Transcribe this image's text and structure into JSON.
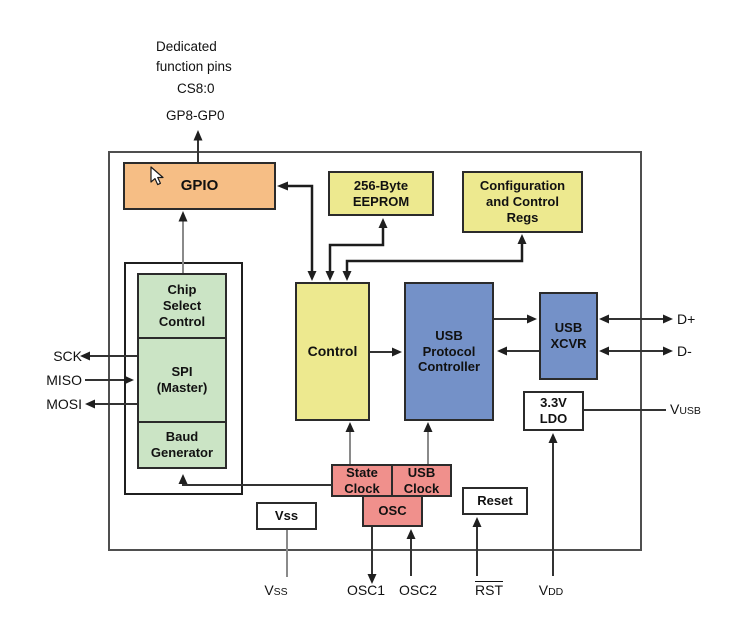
{
  "blocks": {
    "gpio": "GPIO",
    "eeprom": "256-Byte\nEEPROM",
    "config_regs": "Configuration\nand Control\nRegs",
    "chip_select": "Chip\nSelect\nControl",
    "spi_master": "SPI\n(Master)",
    "baud_generator": "Baud\nGenerator",
    "control": "Control",
    "usb_protocol": "USB\nProtocol\nController",
    "usb_xcvr": "USB\nXCVR",
    "ldo": "3.3V\nLDO",
    "state_clock": "State\nClock",
    "usb_clock": "USB\nClock",
    "osc": "OSC",
    "vss": "Vss",
    "reset": "Reset"
  },
  "top_labels": {
    "dedicated": "Dedicated\nfunction pins",
    "chip_selects": "CS8:0",
    "gpio_pins": "GP8-GP0"
  },
  "pins": {
    "sck": "SCK",
    "miso": "MISO",
    "mosi": "MOSI",
    "d_plus": "D+",
    "d_minus": "D-",
    "vusb": {
      "base": "V",
      "sub": "USB"
    },
    "vss": {
      "base": "V",
      "sub": "SS"
    },
    "osc1": "OSC1",
    "osc2": "OSC2",
    "rst": "RST",
    "vdd": {
      "base": "V",
      "sub": "DD"
    }
  },
  "colors": {
    "gpio": "#F6BE85",
    "registers": "#EDE98F",
    "spi": "#CBE4C5",
    "usb": "#7491C8",
    "clock": "#F0908C",
    "plain": "#FFFFFF"
  }
}
